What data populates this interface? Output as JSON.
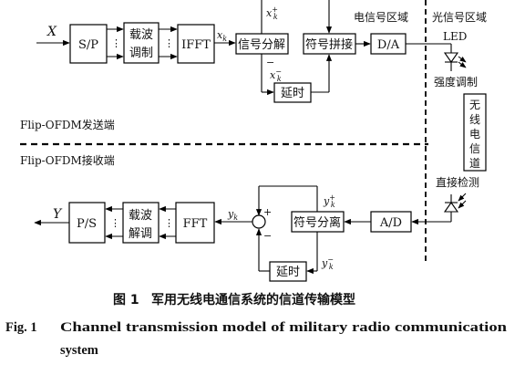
{
  "diagram": {
    "tx": {
      "input": "X",
      "sp": "S/P",
      "mod_line1": "载波",
      "mod_line2": "调制",
      "ifft": "IFFT",
      "xk": "x",
      "xk_sub": "k",
      "split": "信号分解",
      "xk_plus": "x",
      "xk_plus_sup": "+",
      "xk_plus_sub": "k",
      "xk_minus": "x",
      "xk_minus_sup": "−",
      "xk_minus_sub": "k",
      "minus_sign": "−",
      "delay": "延时",
      "combine": "符号拼接",
      "da": "D/A",
      "region_label": "Flip-OFDM发送端"
    },
    "rx": {
      "output": "Y",
      "ps": "P/S",
      "demod_line1": "载波",
      "demod_line2": "解调",
      "fft": "FFT",
      "yk": "y",
      "yk_sub": "k",
      "plus": "+",
      "minus": "−",
      "separate": "符号分离",
      "yk_plus": "y",
      "yk_plus_sup": "+",
      "yk_plus_sub": "k",
      "yk_minus": "y",
      "yk_minus_sup": "−",
      "yk_minus_sub": "k",
      "delay": "延时",
      "ad": "A/D",
      "region_label": "Flip-OFDM接收端"
    },
    "channel": {
      "electrical_region": "电信号区域",
      "optical_region": "光信号区域",
      "led": "LED",
      "intensity_mod": "强度调制",
      "wireless_channel": [
        "无",
        "线",
        "电",
        "信",
        "道"
      ],
      "direct_detect": "直接检测"
    }
  },
  "caption": {
    "cn_number": "图 1",
    "cn_text": "军用无线电通信系统的信道传输模型",
    "en_prefix": "Fig. 1",
    "en_line1": "Channel transmission model of military radio communication",
    "en_line2": "system"
  }
}
